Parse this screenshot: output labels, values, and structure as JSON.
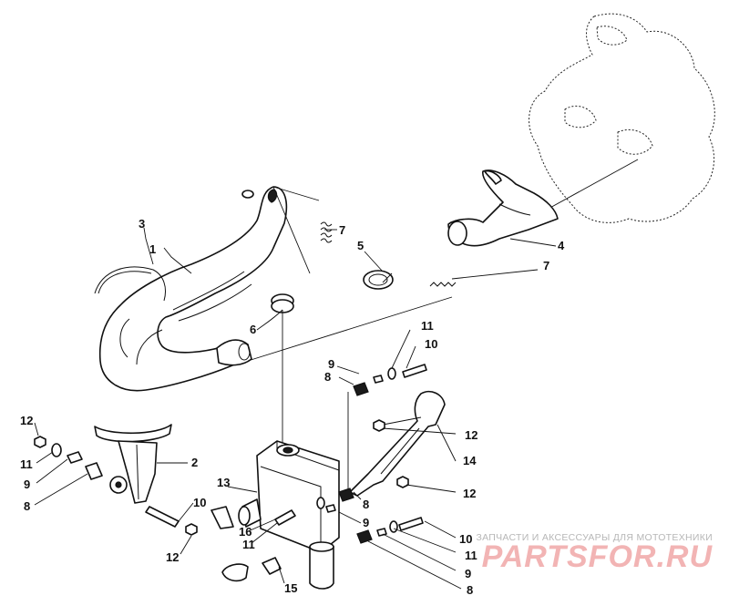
{
  "callouts": {
    "c1": "1",
    "c2": "2",
    "c3": "3",
    "c4": "4",
    "c5": "5",
    "c6": "6",
    "c7a": "7",
    "c7b": "7",
    "c8a": "8",
    "c8b": "8",
    "c8c": "8",
    "c8d": "8",
    "c9a": "9",
    "c9b": "9",
    "c9c": "9",
    "c9d": "9",
    "c10a": "10",
    "c10b": "10",
    "c10c": "10",
    "c11a": "11",
    "c11b": "11",
    "c11c": "11",
    "c11d": "11",
    "c12a": "12",
    "c12b": "12",
    "c12c": "12",
    "c12d": "12",
    "c13": "13",
    "c14": "14",
    "c15": "15",
    "c16": "16"
  },
  "watermark": {
    "caption": "ЗАПЧАСТИ И АКСЕССУАРЫ ДЛЯ МОТОТЕХНИКИ",
    "logo": "PARTSFOR.RU"
  },
  "colors": {
    "line": "#111111",
    "watermark_text": "#b7b7b7",
    "watermark_logo": "#f2b4b4"
  }
}
